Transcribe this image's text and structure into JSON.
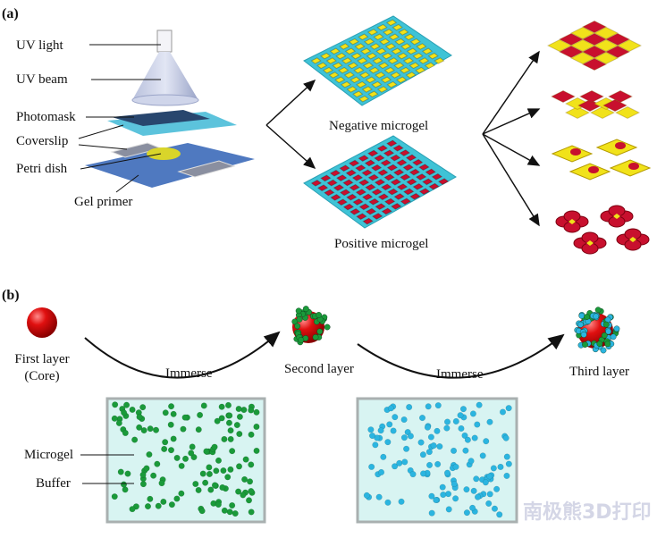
{
  "panel_a": {
    "label": "(a)",
    "setup_labels": {
      "uv_light": "UV light",
      "uv_beam": "UV beam",
      "photomask": "Photomask",
      "coverslip": "Coverslip",
      "petri_dish": "Petri dish",
      "gel_primer": "Gel primer"
    },
    "negative": "Negative  microgel",
    "positive": "Positive  microgel"
  },
  "panel_b": {
    "label": "(b)",
    "first_layer_1": "First layer",
    "first_layer_2": "(Core)",
    "immerse_1": "Immerse",
    "second_layer": "Second layer",
    "immerse_2": "Immerse",
    "third_layer": "Third layer",
    "microgel": "Microgel",
    "buffer": "Buffer"
  },
  "colors": {
    "red": "#c8102e",
    "yellow": "#f1e21a",
    "cyan": "#3fc3d6",
    "green": "#1a9a3a",
    "blue_particle": "#2bb5e0",
    "buffer": "#d8f4f2"
  },
  "watermark": "南极熊3D打印"
}
